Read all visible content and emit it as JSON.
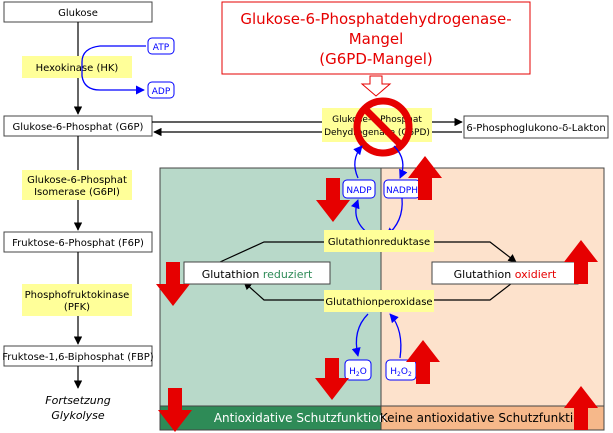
{
  "title": {
    "line1": "Glukose-6-Phosphatdehydrogenase-",
    "line2": "Mangel",
    "line3": "(G6PD-Mangel)"
  },
  "glycolysis": {
    "glukose": "Glukose",
    "hexokinase": "Hexokinase (HK)",
    "atp": "ATP",
    "adp": "ADP",
    "g6p": "Glukose-6-Phosphat (G6P)",
    "g6pi_line1": "Glukose-6-Phosphat",
    "g6pi_line2": "Isomerase (G6PI)",
    "f6p": "Fruktose-6-Phosphat (F6P)",
    "pfk_line1": "Phosphofruktokinase",
    "pfk_line2": "(PFK)",
    "fbp": "Fruktose-1,6-Biphosphat (FBP)",
    "continue_line1": "Fortsetzung",
    "continue_line2": "Glykolyse"
  },
  "pentose": {
    "g6pd_line1": "Glukose-6-Phosphat",
    "g6pd_line2": "Dehydrogenase (G6PD)",
    "lakton": "6-Phosphoglukono-δ-Lakton",
    "nadp": "NADP",
    "nadph": "NADPH"
  },
  "glutathione": {
    "reduktase": "Glutathionreduktase",
    "peroxidase": "Glutathionperoxidase",
    "reduced_word": "Glutathion",
    "reduced_state": "reduziert",
    "oxidized_word": "Glutathion",
    "oxidized_state": "oxidiert",
    "h2o_main": "H",
    "h2o_sub": "2",
    "h2o_end": "O",
    "h2o2_main": "H",
    "h2o2_sub1": "2",
    "h2o2_mid": "O",
    "h2o2_sub2": "2"
  },
  "footer": {
    "left": "Antioxidative Schutzfunktion",
    "right": "Keine antioxidative Schutzfunktion"
  },
  "colors": {
    "accent_red": "#e60000",
    "enzyme_yellow": "#ffff99",
    "cofactor_blue": "#0000ff",
    "green_panel": "#b8d9c9",
    "green_footer": "#2e8b57",
    "peach_panel": "#fde2cc",
    "peach_footer": "#f6b88a",
    "reduced_green": "#2e8b57",
    "oxidized_red": "#e60000"
  }
}
